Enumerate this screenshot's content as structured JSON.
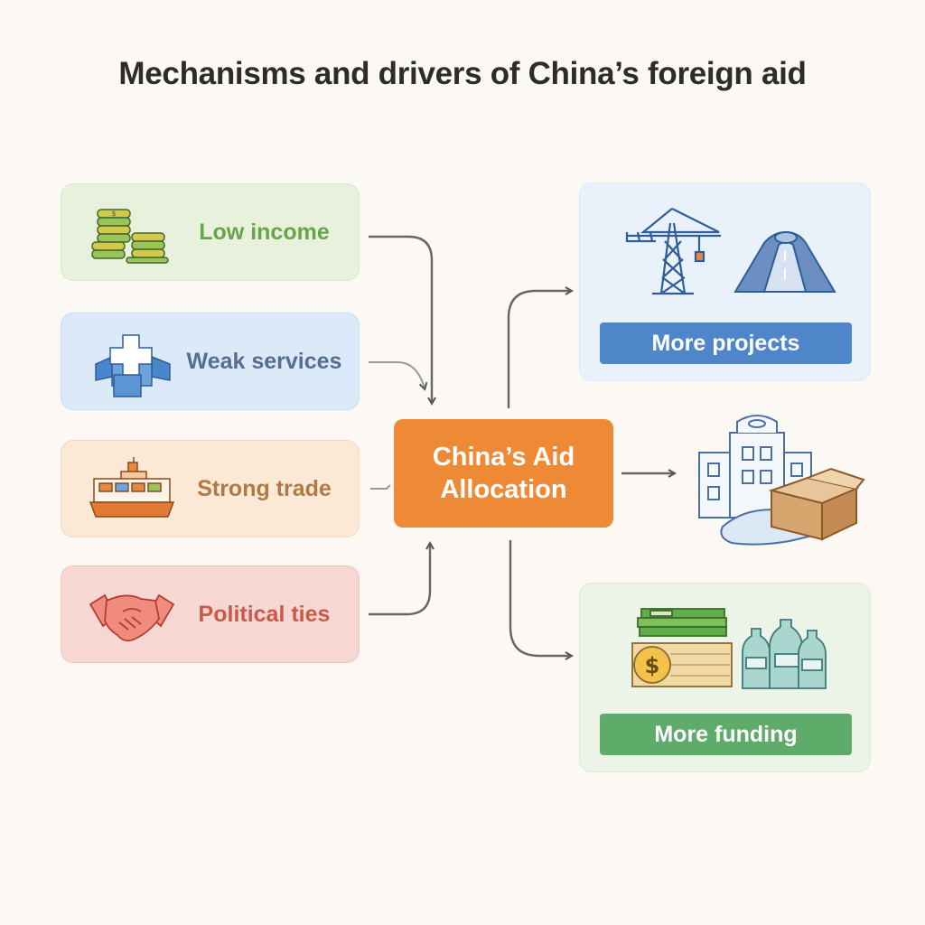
{
  "title": "Mechanisms and drivers of China’s foreign aid",
  "drivers": [
    {
      "label": "Low income",
      "icon": "coin-stack-icon"
    },
    {
      "label": "Weak services",
      "icon": "medical-cross-icon"
    },
    {
      "label": "Strong trade",
      "icon": "cargo-ship-icon"
    },
    {
      "label": "Political ties",
      "icon": "handshake-icon"
    }
  ],
  "center": {
    "line1": "China’s Aid",
    "line2": "Allocation"
  },
  "outcomes": [
    {
      "label": "More projects",
      "icon": "crane-and-road-icon"
    },
    {
      "label": "",
      "icon": "building-and-aid-box-icon"
    },
    {
      "label": "More funding",
      "icon": "cash-and-bottles-icon"
    }
  ],
  "colors": {
    "center": "#ee8a36",
    "projects": "#4f86c9",
    "funding": "#5fac6a",
    "low_income": "#66a54a",
    "weak_services": "#556d8e",
    "strong_trade": "#b07a48",
    "political_ties": "#c85a4c"
  }
}
